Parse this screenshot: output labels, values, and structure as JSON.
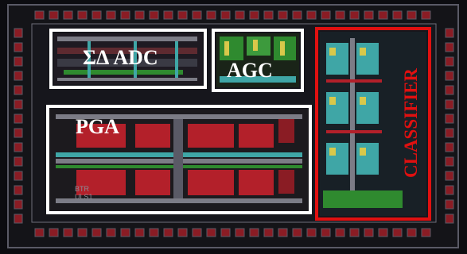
{
  "blocks": {
    "adc": {
      "label": "ΣΔ ADC"
    },
    "agc": {
      "label": "AGC"
    },
    "pga": {
      "label": "PGA",
      "marking": "BTR\nULS1"
    },
    "classifier": {
      "label": "CLASSIFIER"
    }
  },
  "colors": {
    "outline": "#ffffff",
    "classifier_outline": "#e01010",
    "die_background": "#0c0c10",
    "bond_pad": "#8a1c24",
    "metal_red": "#b3202a",
    "metal_green": "#2f8a2f",
    "metal_cyan": "#3fa6a6",
    "metal_grey": "#7c7c86"
  }
}
